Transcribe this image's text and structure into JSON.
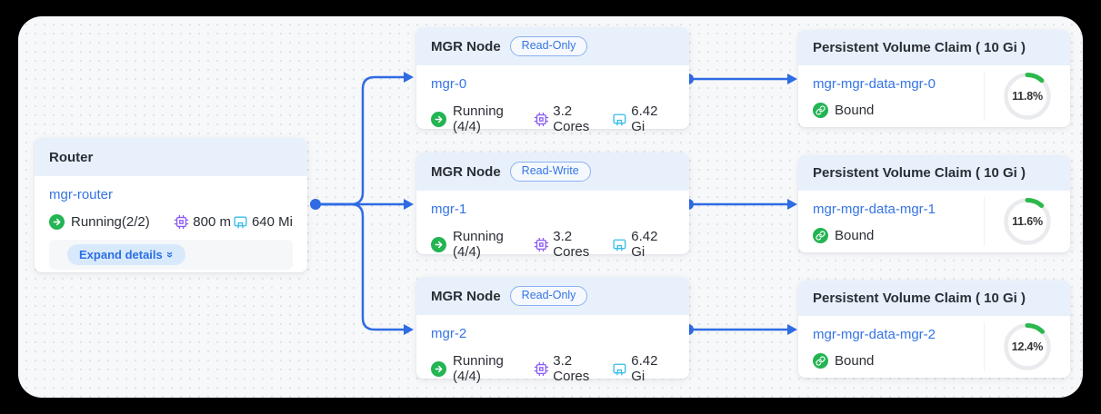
{
  "colors": {
    "edge_blue": "#2e6be4",
    "link_blue": "#3574e4",
    "card_header_bg": "#e8f1fb",
    "status_green": "#23b453",
    "gauge_green": "#2db84d",
    "gauge_track": "#e9ebee",
    "cpu_purple": "#8b5cf6",
    "memory_cyan": "#36bde9",
    "canvas_bg": "#f7f8fa",
    "text_dark": "#2a2e35"
  },
  "router": {
    "title": "Router",
    "name": "mgr-router",
    "status_label": "Running(2/2)",
    "cpu_value": "800 m",
    "memory_value": "640 Mi",
    "expand_button_label": "Expand details",
    "expand_chevron": "»"
  },
  "mgr_nodes": [
    {
      "title": "MGR Node",
      "mode_badge": "Read-Only",
      "name": "mgr-0",
      "status_label": "Running (4/4)",
      "cpu_value": "3.2 Cores",
      "memory_value": "6.42 Gi"
    },
    {
      "title": "MGR Node",
      "mode_badge": "Read-Write",
      "name": "mgr-1",
      "status_label": "Running (4/4)",
      "cpu_value": "3.2 Cores",
      "memory_value": "6.42 Gi"
    },
    {
      "title": "MGR Node",
      "mode_badge": "Read-Only",
      "name": "mgr-2",
      "status_label": "Running (4/4)",
      "cpu_value": "3.2 Cores",
      "memory_value": "6.42 Gi"
    }
  ],
  "pvcs": [
    {
      "title": "Persistent Volume Claim ( 10 Gi )",
      "name": "mgr-mgr-data-mgr-0",
      "status_label": "Bound",
      "usage_percent": 11.8,
      "usage_label": "11.8%"
    },
    {
      "title": "Persistent Volume Claim ( 10 Gi )",
      "name": "mgr-mgr-data-mgr-1",
      "status_label": "Bound",
      "usage_percent": 11.6,
      "usage_label": "11.6%"
    },
    {
      "title": "Persistent Volume Claim ( 10 Gi )",
      "name": "mgr-mgr-data-mgr-2",
      "status_label": "Bound",
      "usage_percent": 12.4,
      "usage_label": "12.4%"
    }
  ]
}
